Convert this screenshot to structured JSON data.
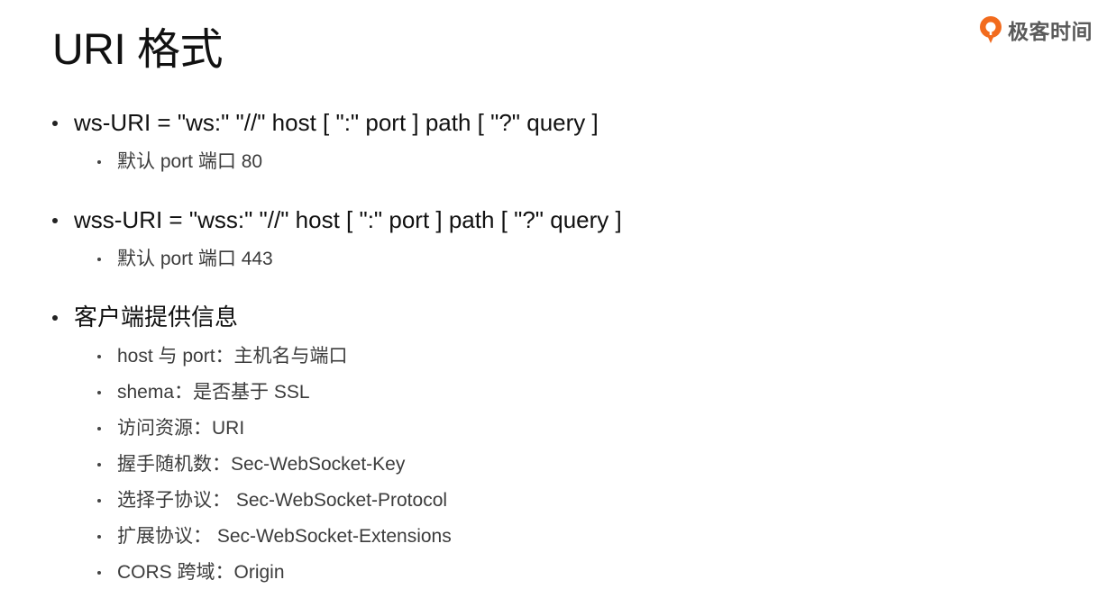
{
  "slide": {
    "title": "URI 格式"
  },
  "logo": {
    "icon": "geekbang-logo-icon",
    "text": "极客时间",
    "color": "#f26b1d"
  },
  "bullets": {
    "ws_uri": {
      "text": "ws-URI = \"ws:\" \"//\" host [ \":\" port ] path [ \"?\" query ]",
      "sub": "默认 port 端口 80"
    },
    "wss_uri": {
      "text": "wss-URI = \"wss:\" \"//\" host [ \":\" port ] path [ \"?\" query ]",
      "sub": "默认 port 端口 443"
    },
    "client_info": {
      "text": "客户端提供信息",
      "items": [
        "host 与 port：主机名与端口",
        "shema：是否基于 SSL",
        "访问资源：URI",
        "握手随机数：Sec-WebSocket-Key",
        "选择子协议： Sec-WebSocket-Protocol",
        "扩展协议： Sec-WebSocket-Extensions",
        "CORS 跨域：Origin"
      ]
    }
  }
}
